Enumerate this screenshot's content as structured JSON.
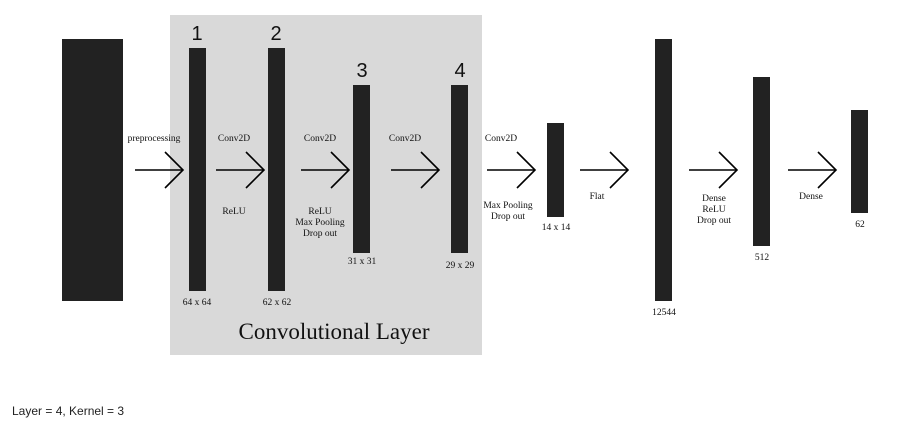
{
  "colors": {
    "bar": "#222222",
    "panel": "#d9d9d9",
    "arrow": "#000000",
    "text": "#111111"
  },
  "conv_panel": {
    "label": "Convolutional Layer"
  },
  "layer_numbers": [
    "1",
    "2",
    "3",
    "4"
  ],
  "sizes": {
    "s64": "64 x 64",
    "s62": "62 x 62",
    "s31": "31 x 31",
    "s29": "29 x 29",
    "s14": "14 x 14",
    "flat": "12544",
    "dense1": "512",
    "dense2": "62"
  },
  "steps": {
    "preprocessing": "preprocessing",
    "conv1": {
      "top": "Conv2D",
      "bottom": [
        "ReLU"
      ]
    },
    "conv2": {
      "top": "Conv2D",
      "bottom": [
        "ReLU",
        "Max Pooling",
        "Drop out"
      ]
    },
    "conv3": {
      "top": "Conv2D"
    },
    "conv4": {
      "top": "Conv2D",
      "bottom": [
        "Max Pooling",
        "Drop out"
      ]
    },
    "flat": "Flat",
    "dense1": [
      "Dense",
      "ReLU",
      "Drop out"
    ],
    "dense2": "Dense"
  },
  "caption": "Layer = 4, Kernel = 3"
}
